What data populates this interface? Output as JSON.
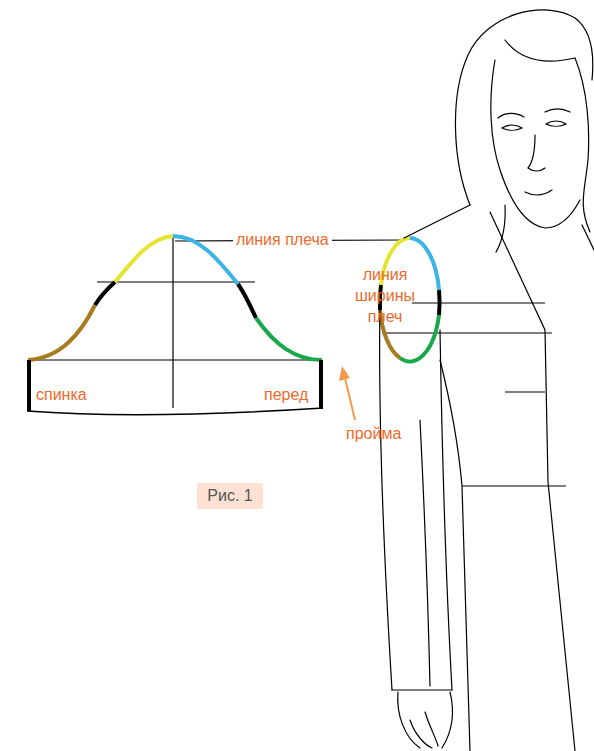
{
  "diagram": {
    "nodes": [
      {
        "text": [
          "Рис. 1"
        ]
      }
    ],
    "labels": [
      "линия плеча",
      "линия ширины плеч",
      "спинка",
      "перед",
      "пройма"
    ]
  }
}
